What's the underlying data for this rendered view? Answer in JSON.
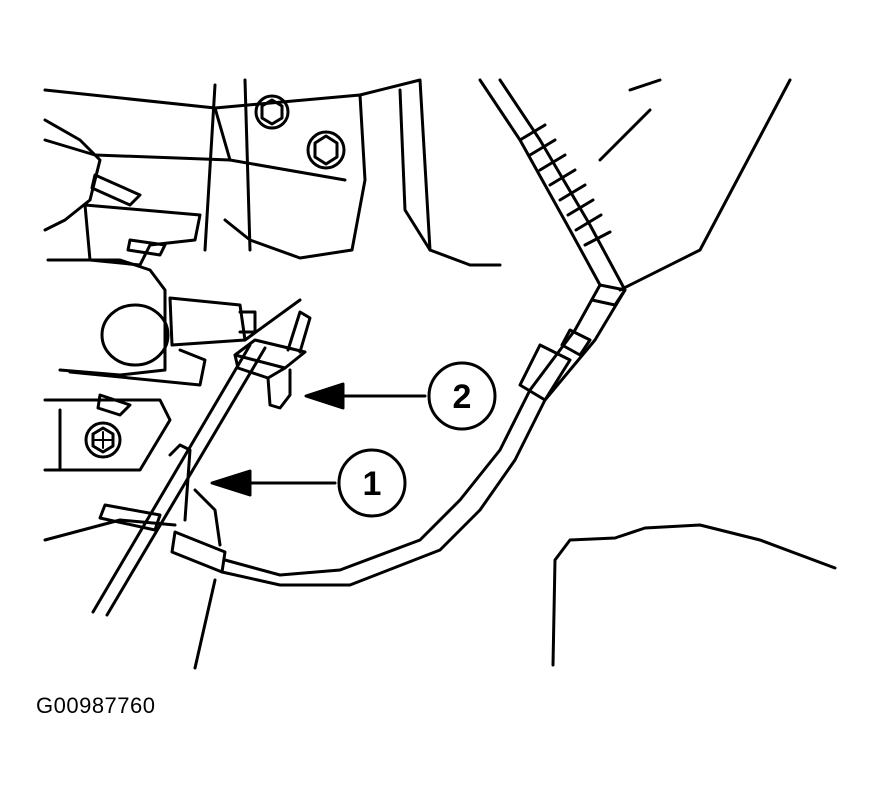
{
  "figure": {
    "id_label": "G00987760",
    "callouts": [
      {
        "number": "1"
      },
      {
        "number": "2"
      }
    ],
    "colors": {
      "line": "#000000",
      "background": "#ffffff"
    }
  }
}
